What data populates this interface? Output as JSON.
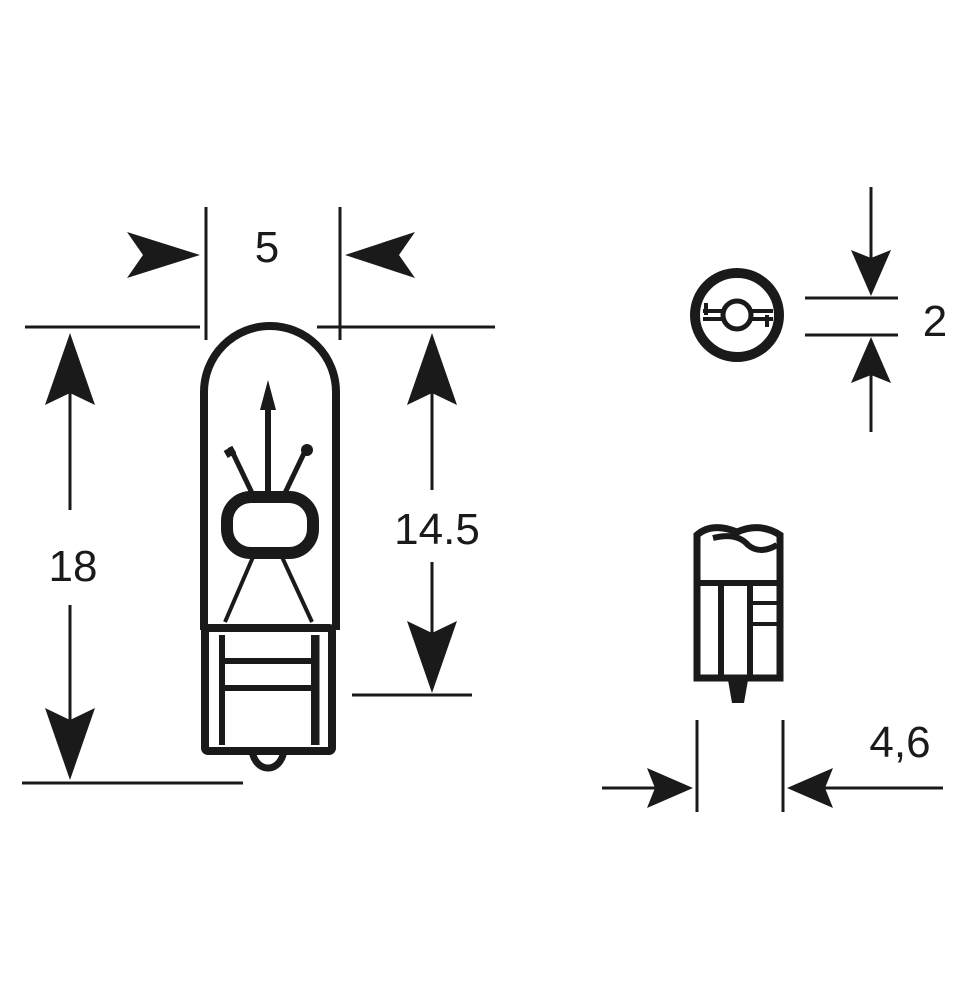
{
  "labels": {
    "bulb_width": "5",
    "bulb_height": "18",
    "glass_height": "14.5",
    "base_depth": "2",
    "base_width": "4,6"
  },
  "colors": {
    "ink": "#1a1a1a",
    "background": "#ffffff"
  }
}
